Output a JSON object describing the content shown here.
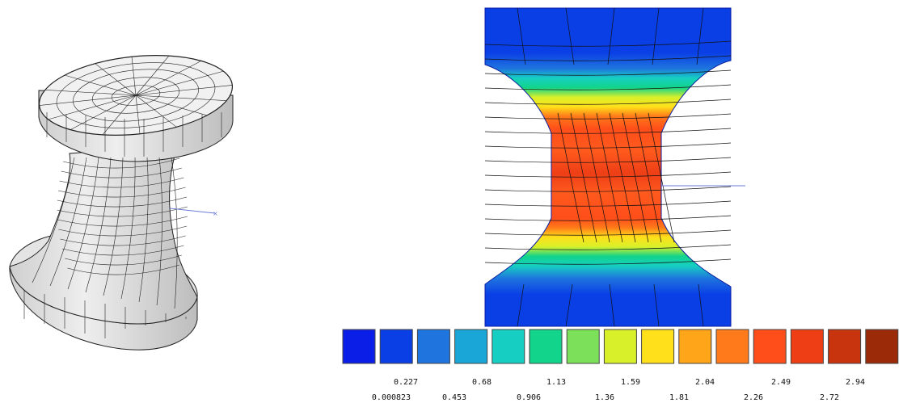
{
  "legend": {
    "colors": [
      "#0a1ee8",
      "#0a3fe6",
      "#1f74de",
      "#1aa6d6",
      "#16cfc2",
      "#12d48a",
      "#7de05a",
      "#d8f02a",
      "#ffe01a",
      "#ffa51a",
      "#ff7a1a",
      "#ff4e1a",
      "#ee3e16",
      "#c8340e",
      "#9b2a08"
    ],
    "labels_top": [
      "0.227",
      "0.68",
      "1.13",
      "1.59",
      "2.04",
      "2.49",
      "2.94"
    ],
    "labels_bottom": [
      "0.000823",
      "0.453",
      "0.906",
      "1.36",
      "1.81",
      "2.26",
      "2.72"
    ]
  },
  "mesh_colors": {
    "mesh_fill": "#f1f1f1",
    "mesh_side": "#d9d9d9",
    "mesh_line": "#222222",
    "axis_line": "#6b7bd8"
  }
}
